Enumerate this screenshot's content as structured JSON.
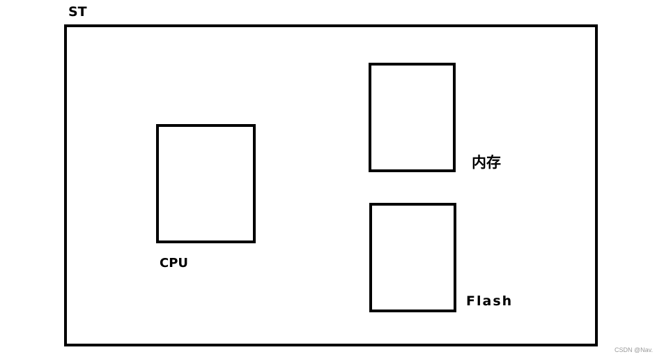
{
  "diagram": {
    "container": {
      "label": "ST"
    },
    "components": [
      {
        "id": "cpu",
        "label": "CPU"
      },
      {
        "id": "memory",
        "label": "内存"
      },
      {
        "id": "flash",
        "label": "Flash"
      }
    ]
  },
  "watermark": "CSDN @Nav.",
  "colors": {
    "stroke": "#000000",
    "background": "#ffffff",
    "watermark": "#9a9a9a"
  }
}
